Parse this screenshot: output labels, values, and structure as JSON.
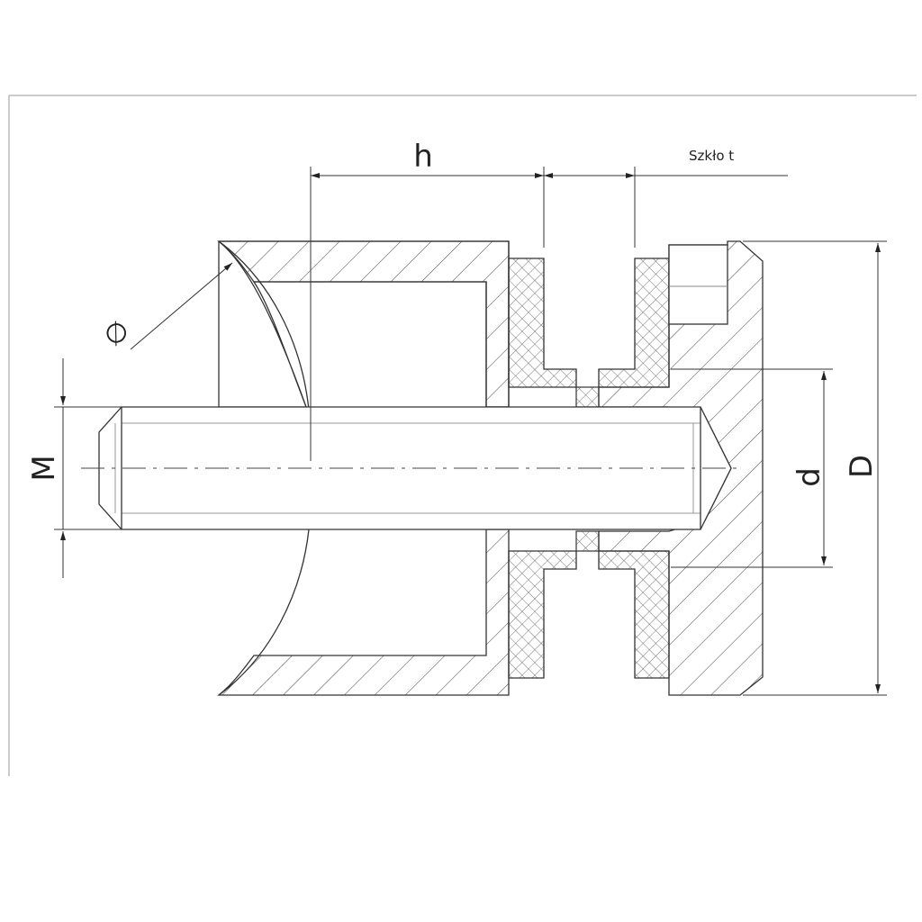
{
  "labels": {
    "h": "h",
    "glass": "Szkło  t",
    "M": "M",
    "d": "d",
    "D": "D",
    "phi": "∅"
  }
}
